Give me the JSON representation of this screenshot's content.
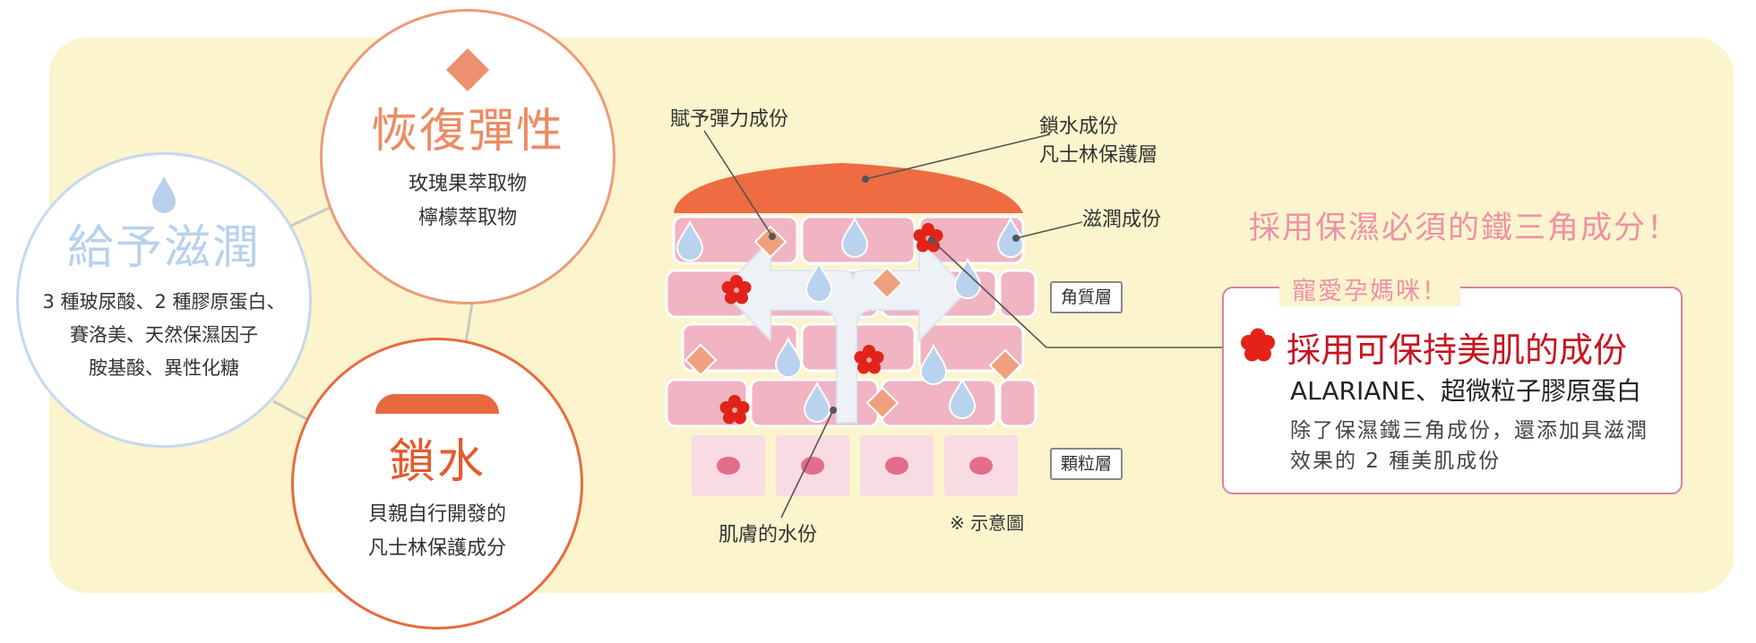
{
  "circles": {
    "moisturize": {
      "title": "給予滋潤",
      "lines": [
        "3 種玻尿酸、2 種膠原蛋白、",
        "賽洛美、天然保濕因子",
        "胺基酸、異性化糖"
      ]
    },
    "elasticity": {
      "title": "恢復彈性",
      "lines": [
        "玫瑰果萃取物",
        "檸檬萃取物"
      ]
    },
    "lock": {
      "title": "鎖水",
      "lines": [
        "貝親自行開發的",
        "凡士林保護成分"
      ]
    }
  },
  "diagram": {
    "label_elastic": "賦予彈力成份",
    "label_lock_lines": [
      "鎖水成份",
      "凡士林保護層"
    ],
    "label_moist": "滋潤成份",
    "layer_stratum": "角質層",
    "layer_granular": "顆粒層",
    "label_skin_water": "肌膚的水份",
    "note": "※ 示意圖"
  },
  "feature": {
    "headline": "採用保濕必須的鐵三角成分！",
    "box_label": "寵愛孕媽咪！",
    "title": "採用可保持美肌的成份",
    "subtitle": "ALARIANE、超微粒子膠原蛋白",
    "description": "除了保濕鐵三角成份，還添加具滋潤效果的 2 種美肌成份"
  },
  "icons": {
    "water": "water-drop-icon",
    "elastic": "diamond-icon",
    "lock": "cap-icon",
    "red_component": "red-flower-icon"
  },
  "colors": {
    "panel": "#fbf4cc",
    "moist_blue": "#b7d2ed",
    "elastic_orange": "#ee8a62",
    "lock_red_orange": "#e45a2c",
    "pink_cells": "#f0b4c3",
    "headline_pink": "#ee91a8",
    "feature_red": "#c8141f"
  }
}
